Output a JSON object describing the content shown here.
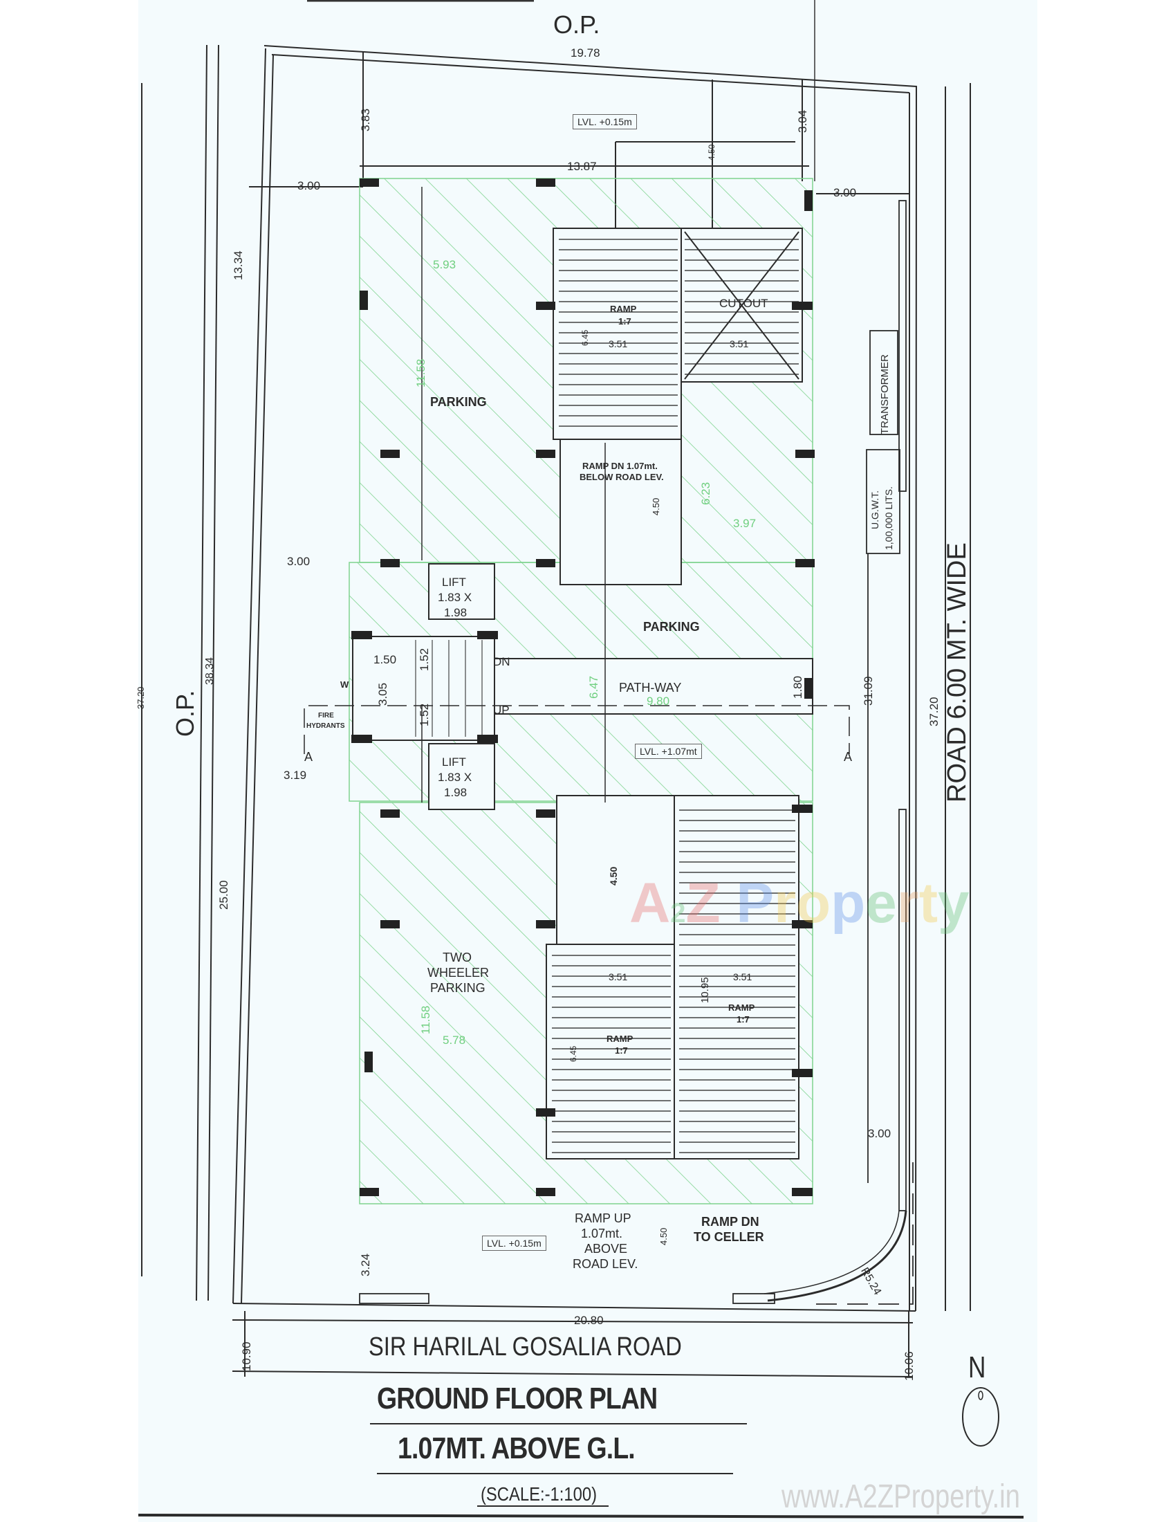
{
  "drawing": {
    "title": "GROUND FLOOR PLAN",
    "subtitle": "1.07MT. ABOVE G.L.",
    "scale": "(SCALE:-1:100)",
    "north": "N"
  },
  "roads": {
    "bottom": "SIR HARILAL GOSALIA ROAD",
    "right": "ROAD 6.00 MT. WIDE",
    "op_top": "O.P.",
    "op_left": "O.P."
  },
  "rooms": {
    "parking_north": "PARKING",
    "parking_center": "PARKING",
    "two_wheeler_1": "TWO",
    "two_wheeler_2": "WHEELER",
    "two_wheeler_3": "PARKING",
    "pathway": "PATH-WAY",
    "ramp_top_1": "RAMP",
    "ramp_top_2": "1:7",
    "cutout": "CUTOUT",
    "ramp_dn_1": "RAMP DN 1.07mt.",
    "ramp_dn_2": "BELOW ROAD LEV.",
    "lift_upper_1": "LIFT",
    "lift_upper_2": "1.83 X",
    "lift_upper_3": "1.98",
    "lift_lower_1": "LIFT",
    "lift_lower_2": "1.83 X",
    "lift_lower_3": "1.98",
    "ramp_bl_1": "RAMP",
    "ramp_bl_2": "1:7",
    "ramp_br_1": "RAMP",
    "ramp_br_2": "1:7",
    "ramp_up_1": "RAMP UP",
    "ramp_up_2": "1.07mt.",
    "ramp_up_3": "ABOVE",
    "ramp_up_4": "ROAD LEV.",
    "ramp_celler_1": "RAMP DN",
    "ramp_celler_2": "TO CELLER",
    "transformer": "TRANSFORMER",
    "ugwt_1": "U.G.W.T.",
    "ugwt_2": "1,00,000 LITS.",
    "fire_1": "FIRE",
    "fire_2": "HYDRANTS",
    "stair_dn": "DN",
    "stair_up": "UP",
    "window": "W",
    "section_a_left": "A",
    "section_a_right": "A"
  },
  "levels": {
    "top": "LVL. +0.15m",
    "center": "LVL. +1.07mt",
    "bottom": "LVL. +0.15m"
  },
  "dimensions": {
    "top_width": "19.78",
    "top_setback": "3.83",
    "top_right_setback": "3.04",
    "inner_width": "13.87",
    "top_ramp_len": "4.50",
    "left_3_00_top": "3.00",
    "right_3_00_top": "3.00",
    "left_13_34": "13.34",
    "parking_w": "5.93",
    "parking_h": "11.58",
    "ramp_top_w": "3.51",
    "cutout_w": "3.51",
    "ramp_top_h": "6.45",
    "ramp_dn_h": "4.50",
    "ramp_side_h": "6.23",
    "side_w": "3.97",
    "left_3_00_mid": "3.00",
    "stair_w": "1.50",
    "stair_h": "3.05",
    "stair_flight_1": "1.52",
    "stair_flight_2": "1.52",
    "pathway_h": "1.80",
    "pathway_w": "9.80",
    "central_h": "6.47",
    "left_38_34": "38.34",
    "left_37_20": "37.20",
    "right_31_09": "31.09",
    "right_37_20": "37.20",
    "left_3_19": "3.19",
    "left_25_00": "25.00",
    "lower_ramp_gap": "4.50",
    "lower_ramp_w1": "3.51",
    "lower_ramp_w2": "3.51",
    "lower_ramp_h": "6.45",
    "lower_ramp_total": "10.95",
    "two_wheeler_h": "11.58",
    "two_wheeler_w": "5.78",
    "right_3_00_bottom": "3.00",
    "bottom_setback": "3.24",
    "bottom_ramp_len": "4.50",
    "curve_radius": "R5.24",
    "bottom_width": "20.80",
    "left_10_90": "10.90",
    "right_10_06": "10.06"
  },
  "watermark": {
    "logo_a": "A",
    "logo_2": "2",
    "logo_z": "Z",
    "logo_p": "P",
    "logo_r": "r",
    "logo_o": "o",
    "logo_pe": "p",
    "logo_e": "e",
    "logo_rr": "r",
    "logo_t": "t",
    "logo_y": "y",
    "url": "www.A2ZProperty.in"
  },
  "colors": {
    "line": "#2b2b2b",
    "hatch": "#7ed38e",
    "green_dim": "#6fcf7f",
    "paper": "#f4fbfd"
  }
}
